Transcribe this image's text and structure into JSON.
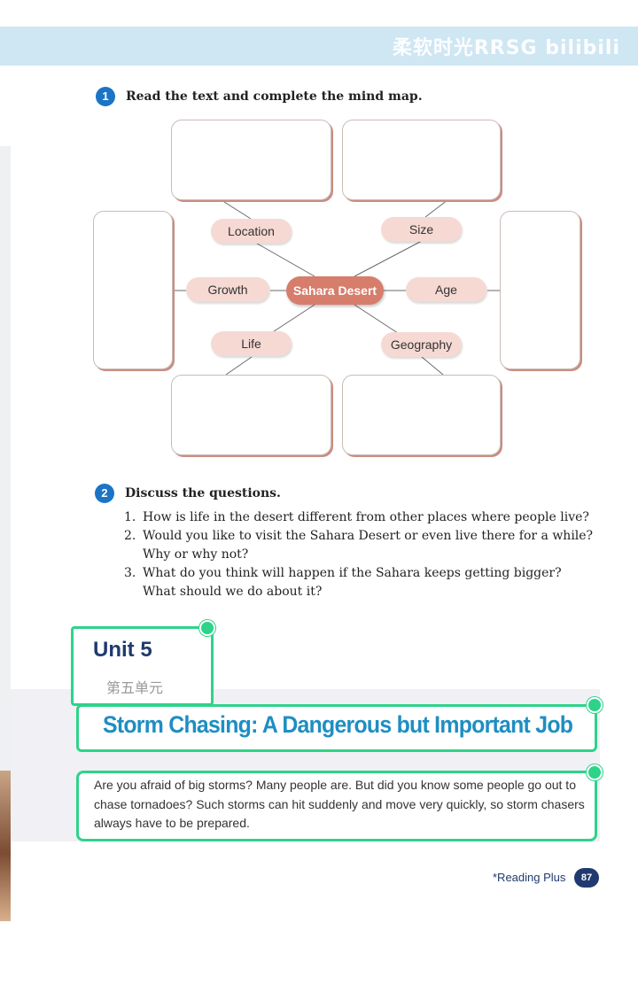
{
  "watermark": "柔软时光RRSG bilibili",
  "exercise1": {
    "number": "1",
    "title": "Read the text and complete the mind map.",
    "center": "Sahara Desert",
    "topics": [
      "Location",
      "Size",
      "Growth",
      "Age",
      "Life",
      "Geography"
    ]
  },
  "exercise2": {
    "number": "2",
    "title": "Discuss the questions.",
    "questions": [
      {
        "num": "1.",
        "lines": [
          "How is life in the desert different from other places where people live?"
        ]
      },
      {
        "num": "2.",
        "lines": [
          "Would you like to visit the Sahara Desert or even live there for a while?",
          "Why or why not?"
        ]
      },
      {
        "num": "3.",
        "lines": [
          "What do you think will happen if the Sahara keeps getting bigger?",
          "What should we do about it?"
        ]
      }
    ]
  },
  "unit": {
    "title": "Unit 5",
    "subtitle": "第五单元"
  },
  "story": {
    "title": "Storm Chasing: A Dangerous but Important Job",
    "intro": "Are you afraid of big storms? Many people are. But did you know some people go out to chase tornadoes? Such storms can hit suddenly and move very quickly, so storm chasers always have to be prepared."
  },
  "footer": {
    "label": "*Reading Plus",
    "page": "87"
  },
  "colors": {
    "accent_blue": "#1b74c6",
    "highlight_green": "#2ed38a",
    "center_pill": "#d67d6c",
    "topic_pill": "#f6d9d3",
    "title_blue": "#1e8ec3"
  }
}
